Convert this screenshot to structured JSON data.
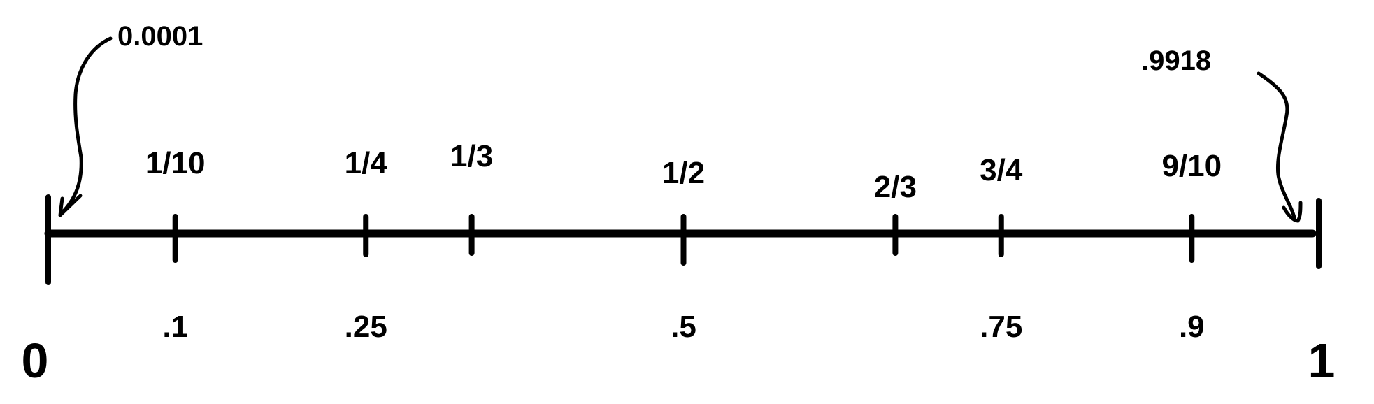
{
  "number_line": {
    "start_label": "0",
    "end_label": "1",
    "range": [
      0,
      1
    ],
    "ticks": [
      {
        "value": 0.1,
        "fraction": "1/10",
        "decimal": ".1"
      },
      {
        "value": 0.25,
        "fraction": "1/4",
        "decimal": ".25"
      },
      {
        "value": 0.3333,
        "fraction": "1/3",
        "decimal": ""
      },
      {
        "value": 0.5,
        "fraction": "1/2",
        "decimal": ".5"
      },
      {
        "value": 0.6667,
        "fraction": "2/3",
        "decimal": ""
      },
      {
        "value": 0.75,
        "fraction": "3/4",
        "decimal": ".75"
      },
      {
        "value": 0.9,
        "fraction": "9/10",
        "decimal": ".9"
      }
    ],
    "annotations": {
      "left": "0.0001",
      "right": ".9918"
    },
    "color": "#000000"
  }
}
